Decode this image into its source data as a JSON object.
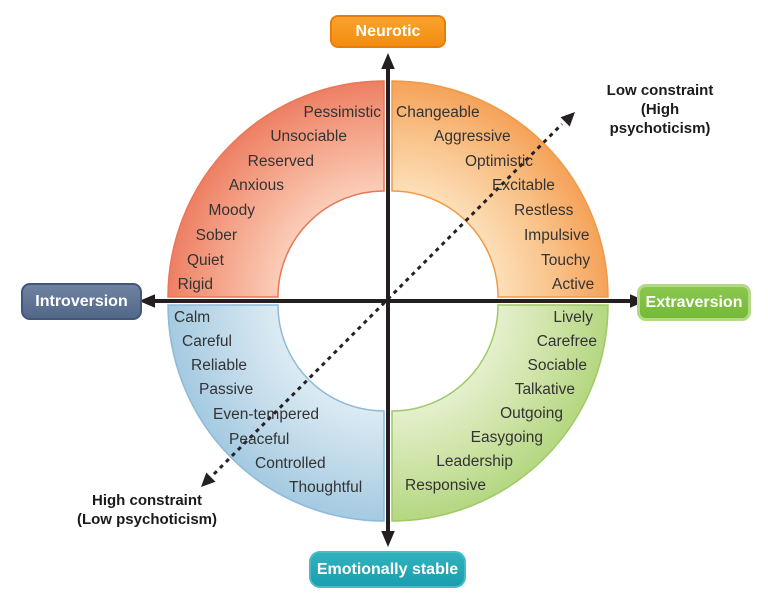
{
  "figure": {
    "axis_labels": {
      "top": "Neurotic",
      "bottom": "Emotionally stable",
      "left": "Introversion",
      "right": "Extraversion"
    },
    "diagonal_labels": {
      "top_right": "Low constraint\n(High\npsychoticism)",
      "bottom_left": "High constraint\n(Low psychoticism)"
    },
    "quadrants": {
      "top_left": {
        "traits": [
          "Pessimistic",
          "Unsociable",
          "Reserved",
          "Anxious",
          "Moody",
          "Sober",
          "Quiet",
          "Rigid"
        ]
      },
      "top_right": {
        "traits": [
          "Changeable",
          "Aggressive",
          "Optimistic",
          "Excitable",
          "Restless",
          "Impulsive",
          "Touchy",
          "Active"
        ]
      },
      "bottom_left": {
        "traits": [
          "Calm",
          "Careful",
          "Reliable",
          "Passive",
          "Even-tempered",
          "Peaceful",
          "Controlled",
          "Thoughtful"
        ]
      },
      "bottom_right": {
        "traits": [
          "Lively",
          "Carefree",
          "Sociable",
          "Talkative",
          "Outgoing",
          "Easygoing",
          "Leadership",
          "Responsive"
        ]
      }
    },
    "colors": {
      "neurotic_badge": "#f28d10",
      "introversion_badge": "#536889",
      "extraversion_badge": "#74ba38",
      "emotionally_stable_badge": "#25a9b7",
      "quadrant_top_left": "#ee7f63",
      "quadrant_top_right": "#f5a259",
      "quadrant_bottom_left": "#a4cae1",
      "quadrant_bottom_right": "#b4d781",
      "axis_line": "#231f20"
    }
  }
}
